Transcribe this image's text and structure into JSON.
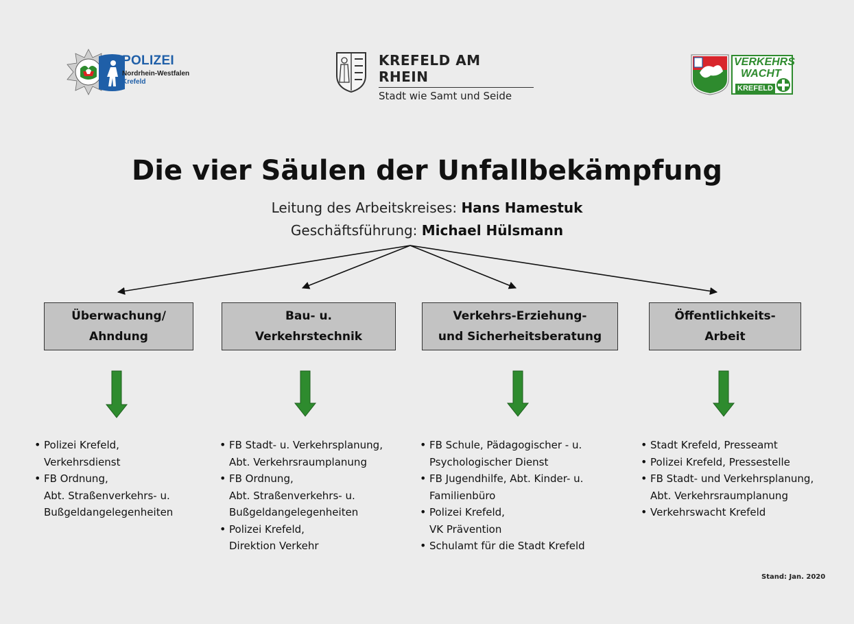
{
  "logos": {
    "polizei": {
      "title": "POLIZEI",
      "subtitle": "Nordrhein-Westfalen",
      "city": "Krefeld"
    },
    "krefeld": {
      "title": "KREFELD AM RHEIN",
      "subtitle": "Stadt wie Samt und Seide"
    },
    "verkehrswacht": {
      "line1": "VERKEHRS",
      "line2": "WACHT",
      "line3": "KREFELD"
    }
  },
  "title": "Die vier Säulen der Unfallbekämpfung",
  "leitung": {
    "label": "Leitung des Arbeitskreises: ",
    "name": "Hans Hamestuk"
  },
  "geschaeftsfuehrung": {
    "label": "Geschäftsführung: ",
    "name": "Michael Hülsmann"
  },
  "pillars": [
    {
      "lines": [
        "Überwachung/",
        "Ahndung"
      ],
      "items": [
        [
          "Polizei Krefeld,",
          "Verkehrsdienst"
        ],
        [
          "FB Ordnung,",
          "Abt. Straßenverkehrs- u.",
          "Bußgeldangelegenheiten"
        ]
      ]
    },
    {
      "lines": [
        "Bau- u.",
        "Verkehrstechnik"
      ],
      "items": [
        [
          "FB Stadt- u. Verkehrsplanung,",
          "Abt. Verkehrsraumplanung"
        ],
        [
          "FB Ordnung,",
          "Abt. Straßenverkehrs- u.",
          "Bußgeldangelegenheiten"
        ],
        [
          "Polizei Krefeld,",
          "Direktion Verkehr"
        ]
      ]
    },
    {
      "lines": [
        "Verkehrs-Erziehung-",
        "und Sicherheitsberatung"
      ],
      "items": [
        [
          "FB Schule, Pädagogischer - u.",
          "Psychologischer Dienst"
        ],
        [
          "FB Jugendhilfe, Abt. Kinder- u.",
          "Familienbüro"
        ],
        [
          "Polizei Krefeld,",
          "VK Prävention"
        ],
        [
          "Schulamt für die Stadt Krefeld"
        ]
      ]
    },
    {
      "lines": [
        "Öffentlichkeits-",
        "Arbeit"
      ],
      "items": [
        [
          "Stadt Krefeld, Presseamt"
        ],
        [
          "Polizei Krefeld, Pressestelle"
        ],
        [
          "FB Stadt- und Verkehrsplanung,",
          "Abt. Verkehrsraumplanung"
        ],
        [
          "Verkehrswacht Krefeld"
        ]
      ]
    }
  ],
  "stand": "Stand: Jan. 2020",
  "colors": {
    "box_fill": "#c3c3c3",
    "arrow_green": "#2e8b2e",
    "background": "#ececec"
  }
}
